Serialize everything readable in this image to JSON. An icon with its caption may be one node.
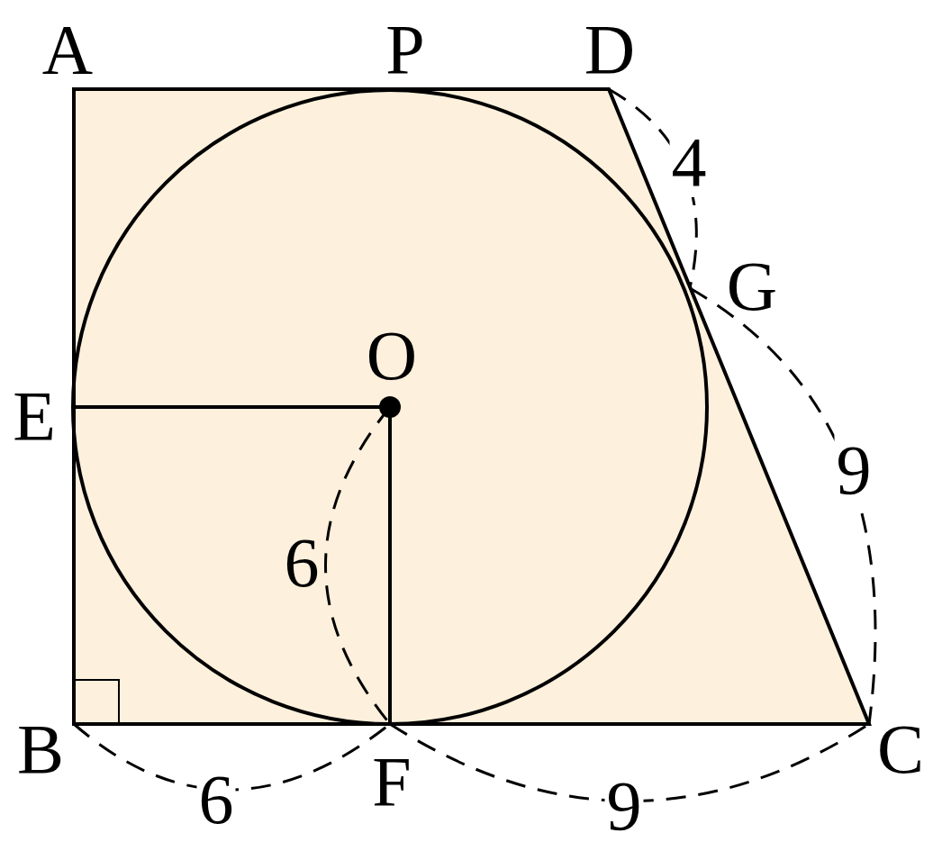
{
  "diagram": {
    "labels": [
      "A",
      "P",
      "D",
      "4",
      "G",
      "O",
      "E",
      "9",
      "6",
      "B",
      "F",
      "C",
      "6",
      "9"
    ]
  }
}
